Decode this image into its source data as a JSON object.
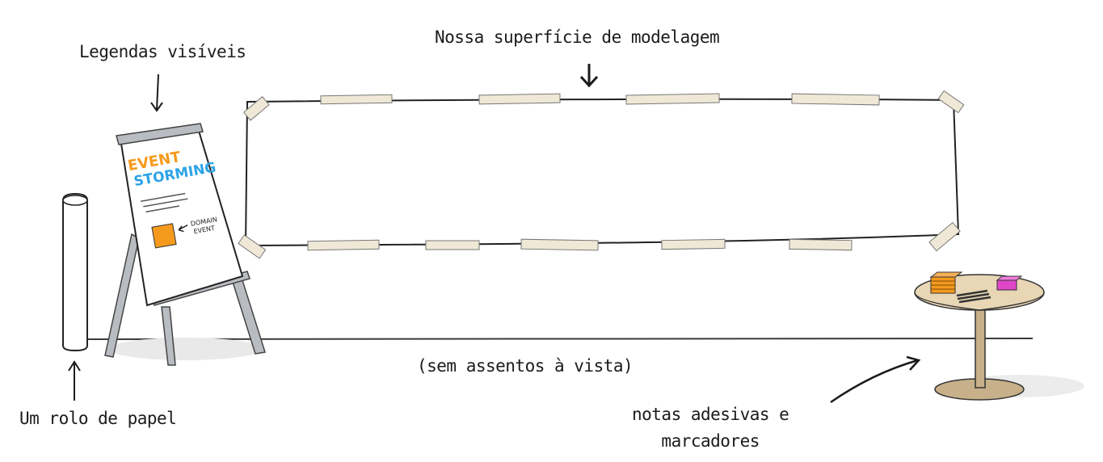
{
  "labels": {
    "legendas": "Legendas visíveis",
    "superficie": "Nossa superfície de modelagem",
    "seats": "(sem assentos à vista)",
    "rolo": "Um rolo de papel",
    "notas_line1": "notas adesivas e",
    "notas_line2": "marcadores"
  },
  "flipchart": {
    "title_line1": "EVENT",
    "title_line2": "STORMING",
    "legend_item_line1": "DOMAIN",
    "legend_item_line2": "EVENT"
  },
  "colors": {
    "orange": "#f59a1d",
    "blue": "#2ba3e6",
    "pink": "#e046c8",
    "tape": "#efe8d6",
    "table_top": "#e8d6b4",
    "table_leg": "#c7b08a",
    "easel_gray": "#b9bdc2",
    "ink": "#1b1b1b"
  }
}
